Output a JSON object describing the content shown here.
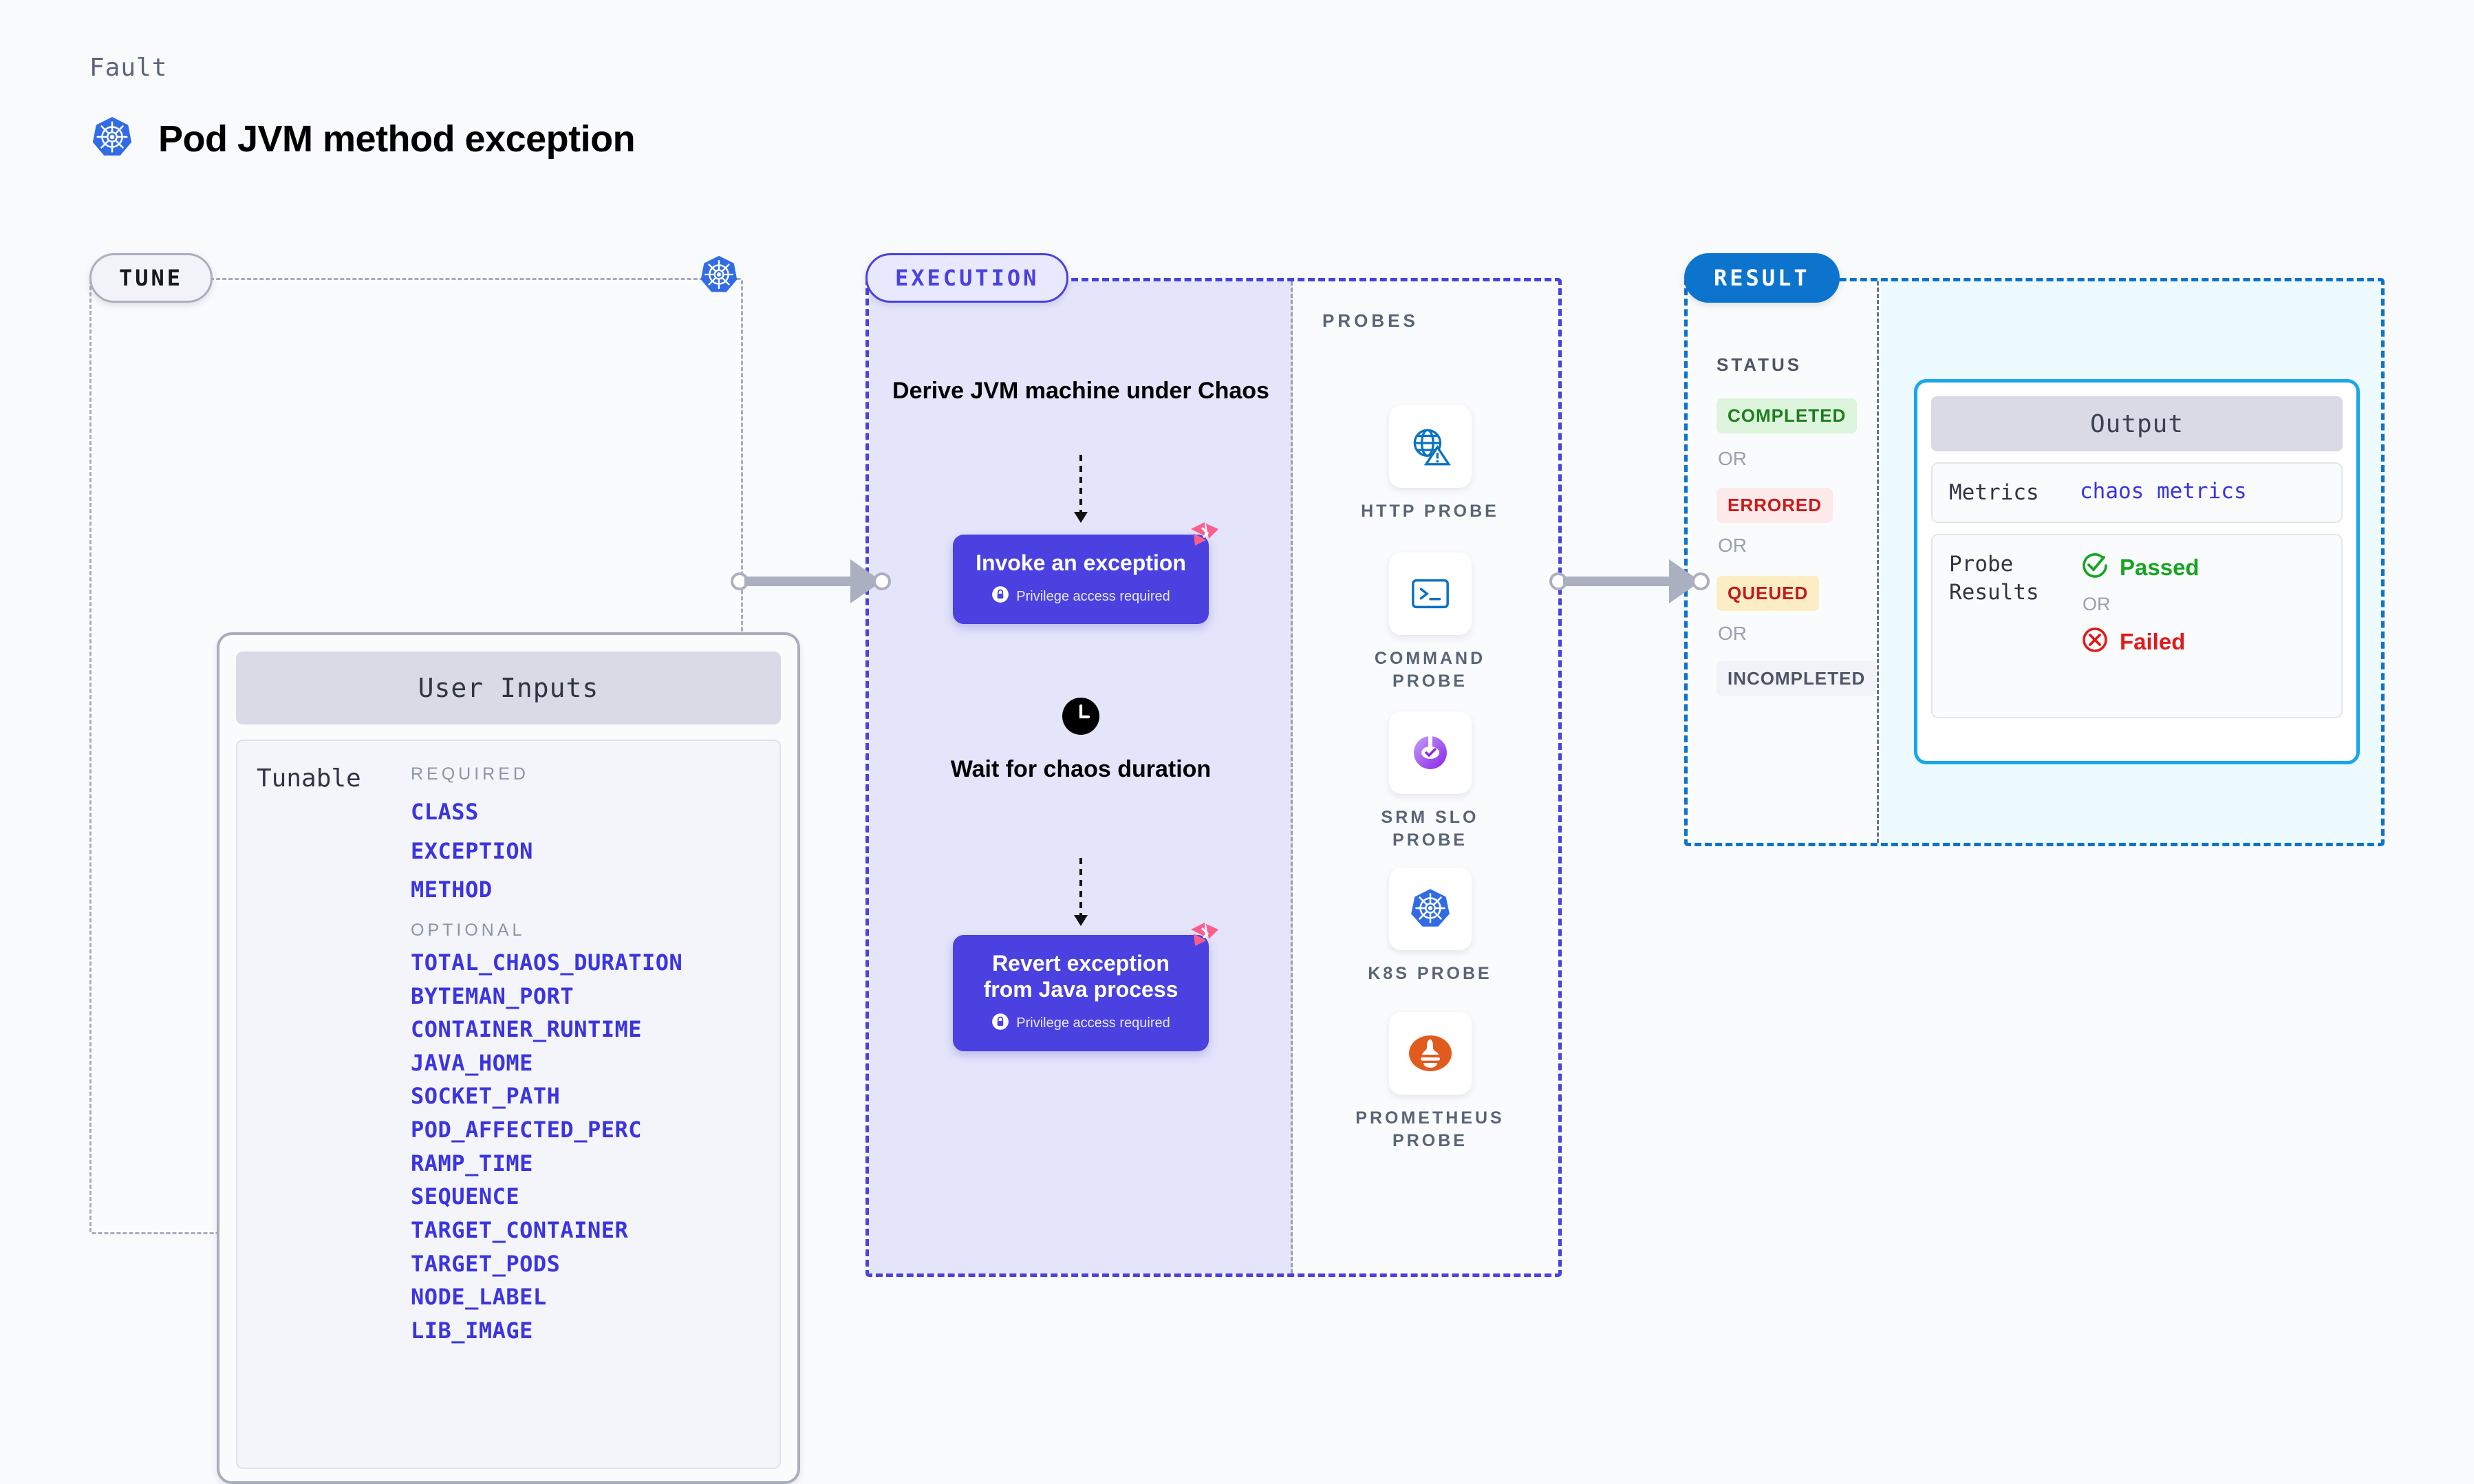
{
  "header": {
    "eyebrow": "Fault",
    "title": "Pod JVM method exception",
    "icon": "kubernetes-icon"
  },
  "tune": {
    "pill_label": "TUNE",
    "badge_icon": "kubernetes-icon",
    "card_title": "User Inputs",
    "tunable_label": "Tunable",
    "required_heading": "REQUIRED",
    "required": [
      "CLASS",
      "EXCEPTION",
      "METHOD"
    ],
    "optional_heading": "OPTIONAL",
    "optional": [
      "TOTAL_CHAOS_DURATION",
      "BYTEMAN_PORT",
      "CONTAINER_RUNTIME",
      "JAVA_HOME",
      "SOCKET_PATH",
      "POD_AFFECTED_PERC",
      "RAMP_TIME",
      "SEQUENCE",
      "TARGET_CONTAINER",
      "TARGET_PODS",
      "NODE_LABEL",
      "LIB_IMAGE"
    ]
  },
  "execution": {
    "pill_label": "EXECUTION",
    "derive_title": "Derive JVM machine under Chaos",
    "invoke_card": {
      "title": "Invoke an exception",
      "privilege_note": "Privilege access required",
      "privilege_icon": "lock-icon",
      "corner_icon": "litmus-flag-icon"
    },
    "wait_title": "Wait for chaos duration",
    "wait_icon": "clock-icon",
    "revert_card": {
      "title": "Revert exception from Java process",
      "privilege_note": "Privilege access required",
      "privilege_icon": "lock-icon",
      "corner_icon": "litmus-flag-icon"
    }
  },
  "probes": {
    "heading": "PROBES",
    "items": [
      {
        "label": "HTTP PROBE",
        "icon": "globe-warning-icon"
      },
      {
        "label": "COMMAND PROBE",
        "icon": "terminal-icon"
      },
      {
        "label": "SRM SLO PROBE",
        "icon": "srm-slo-icon"
      },
      {
        "label": "K8S PROBE",
        "icon": "kubernetes-icon"
      },
      {
        "label": "PROMETHEUS PROBE",
        "icon": "prometheus-icon"
      }
    ]
  },
  "result": {
    "pill_label": "RESULT",
    "status_heading": "STATUS",
    "or_label": "OR",
    "statuses": [
      {
        "label": "COMPLETED",
        "bg": "#ddf4dd",
        "fg": "#1e7d1e"
      },
      {
        "label": "ERRORED",
        "bg": "#fdeaea",
        "fg": "#cc1a1a"
      },
      {
        "label": "QUEUED",
        "bg": "#fcedc4",
        "fg": "#c31a1a"
      },
      {
        "label": "INCOMPLETED",
        "bg": "#f1f3f8",
        "fg": "#4d5565"
      }
    ],
    "output": {
      "card_title": "Output",
      "metrics_key": "Metrics",
      "metrics_value": "chaos metrics",
      "probe_results_key": "Probe Results",
      "passed_label": "Passed",
      "passed_icon": "check-circle-icon",
      "failed_label": "Failed",
      "failed_icon": "x-circle-icon",
      "or_label": "OR"
    }
  },
  "colors": {
    "accent_purple": "#4a41e0",
    "accent_blue": "#0d74cd",
    "accent_cyan": "#18a8e8",
    "tunable_link": "#3b34e0",
    "pass_green": "#16a422",
    "fail_red": "#e01b1b",
    "k8s_blue": "#326ce5",
    "prometheus_orange": "#e35a1f",
    "litmus_pink": "#fa5f8c"
  }
}
